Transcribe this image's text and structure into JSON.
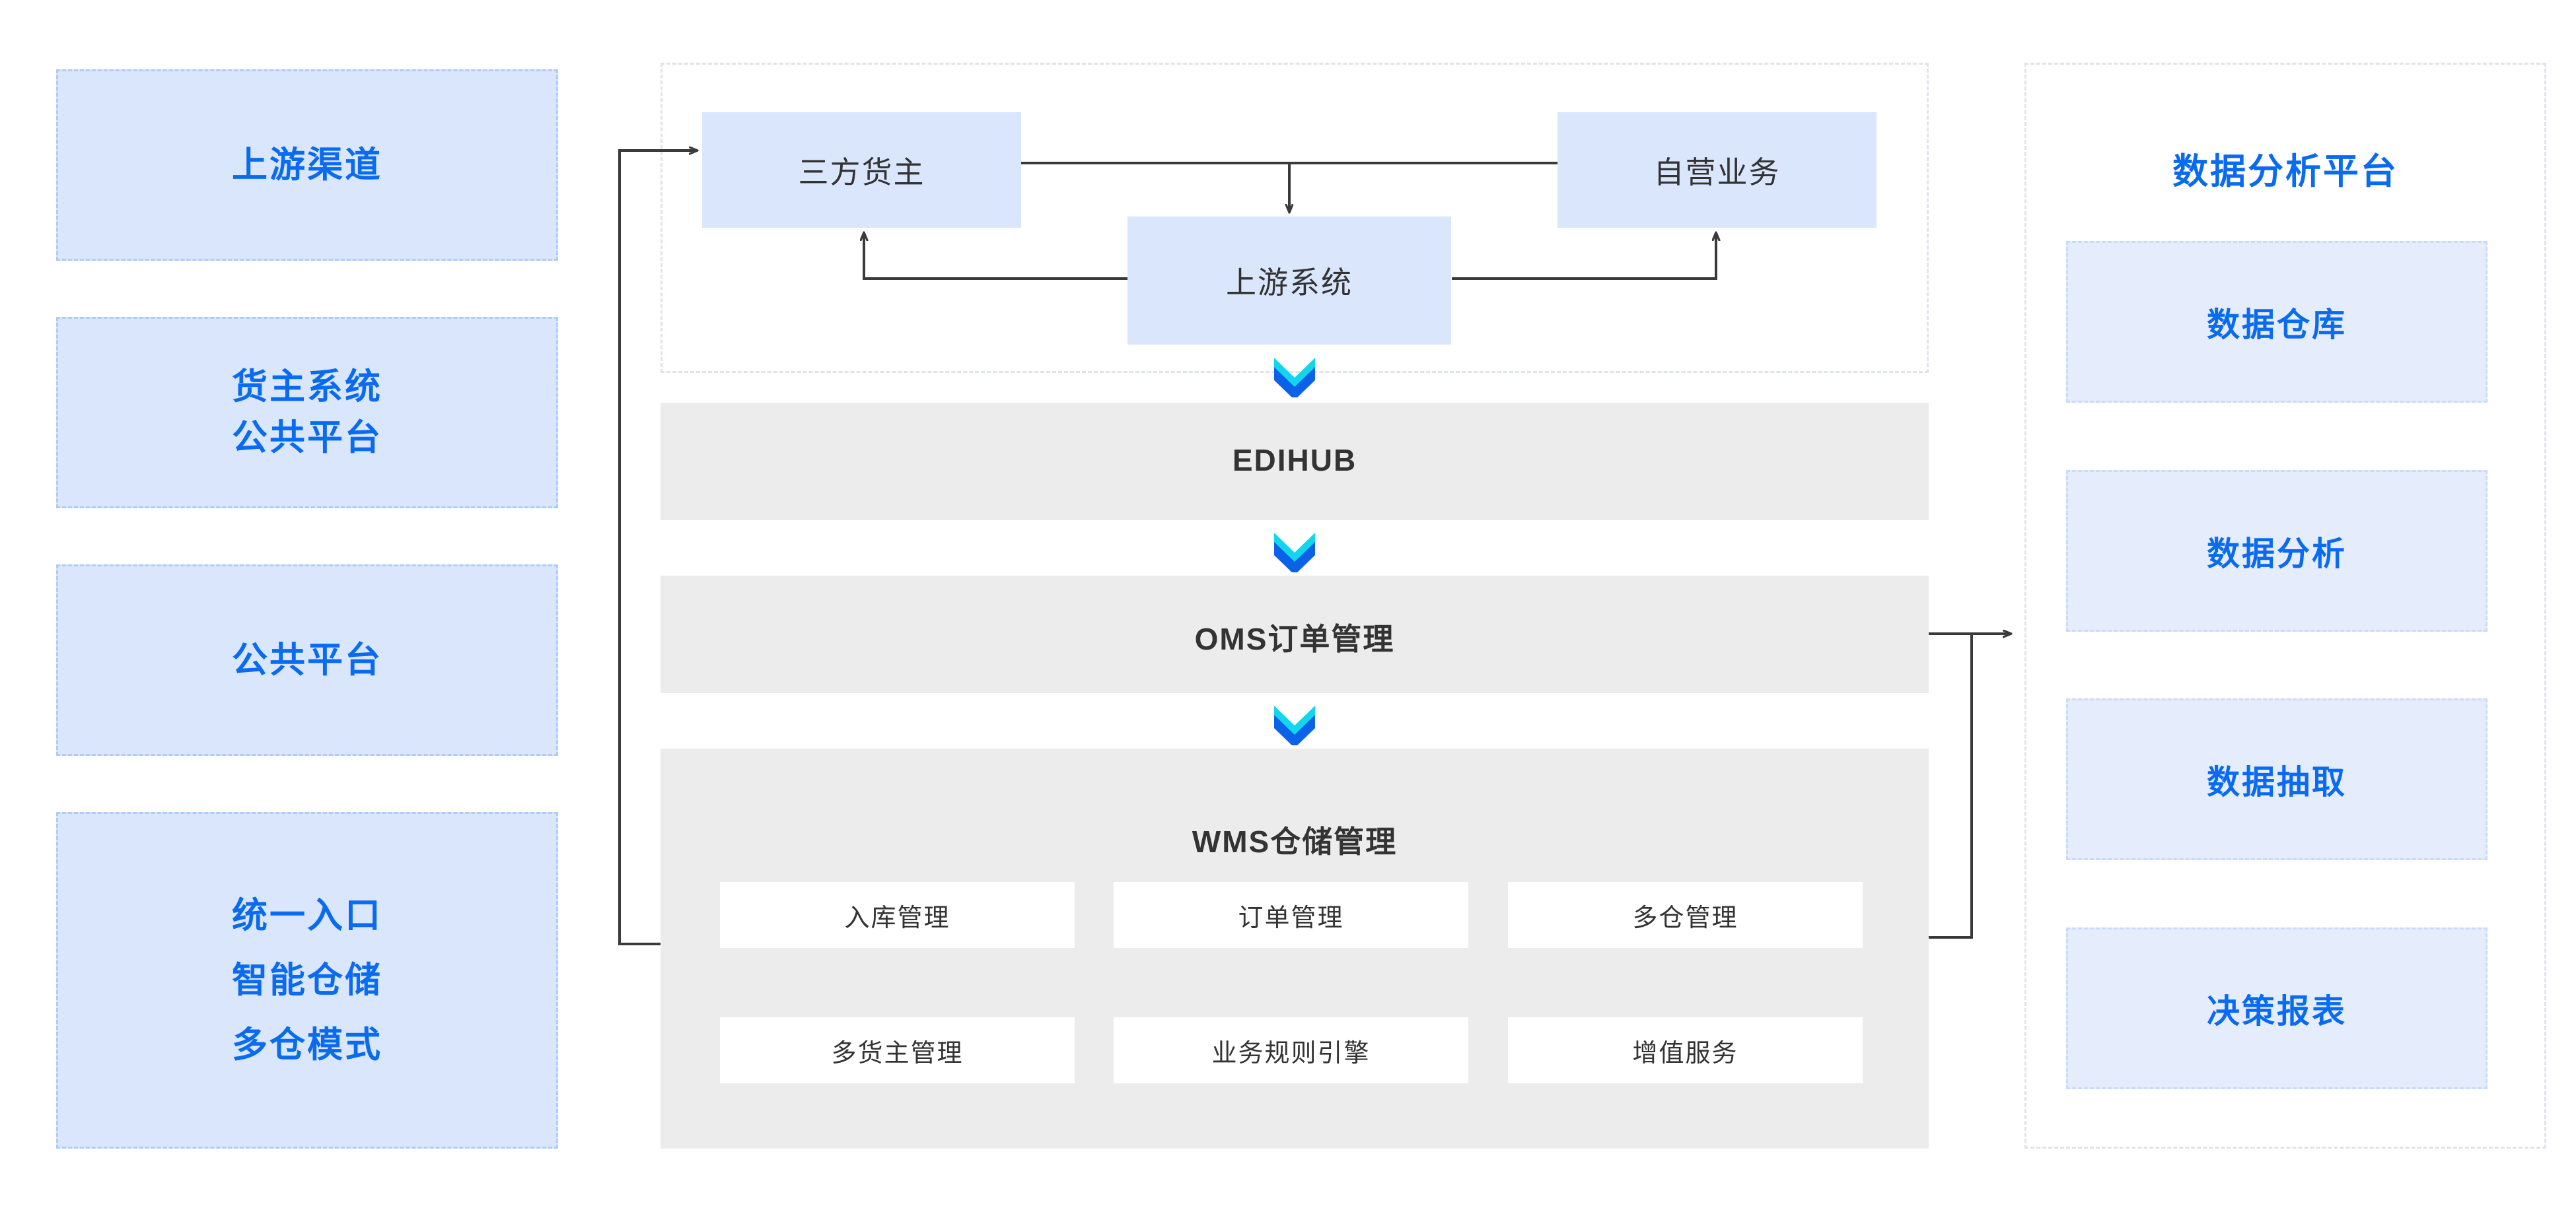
{
  "left_column": {
    "cards": [
      {
        "lines": [
          "上游渠道"
        ]
      },
      {
        "lines": [
          "货主系统",
          "公共平台"
        ]
      },
      {
        "lines": [
          "公共平台"
        ]
      },
      {
        "lines": [
          "统一入口",
          "智能仓储",
          "多仓模式"
        ]
      }
    ]
  },
  "middle": {
    "upstream_group": {
      "nodes": [
        {
          "label": "三方货主"
        },
        {
          "label": "自营业务"
        },
        {
          "label": "上游系统"
        }
      ]
    },
    "bands": [
      {
        "title": "EDIHUB",
        "tiles": []
      },
      {
        "title": "OMS订单管理",
        "tiles": []
      },
      {
        "title": "WMS仓储管理",
        "tiles": [
          "入库管理",
          "订单管理",
          "多仓管理",
          "多货主管理",
          "业务规则引擎",
          "增值服务"
        ]
      }
    ]
  },
  "right_column": {
    "title": "数据分析平台",
    "cards": [
      {
        "label": "数据仓库"
      },
      {
        "label": "数据分析"
      },
      {
        "label": "数据抽取"
      },
      {
        "label": "决策报表"
      }
    ]
  },
  "colors": {
    "accent_blue": "#0A6BF0",
    "card_blue_fill": "#D9E6FC",
    "card_blue_dash": "#AECCF5",
    "right_card_fill": "#E5EDFD",
    "right_card_dash": "#C9DAFA",
    "container_dash": "#E0E2EC",
    "band_gray": "#ECECEC",
    "text_dark": "#333333",
    "chevron_top": "#12D6EB",
    "chevron_bottom": "#0B62E8",
    "connector_line": "#3A3A3A"
  },
  "icons": {
    "flow_chevron": "double-chevron-down-icon",
    "arrow_head": "arrow-head-icon"
  }
}
